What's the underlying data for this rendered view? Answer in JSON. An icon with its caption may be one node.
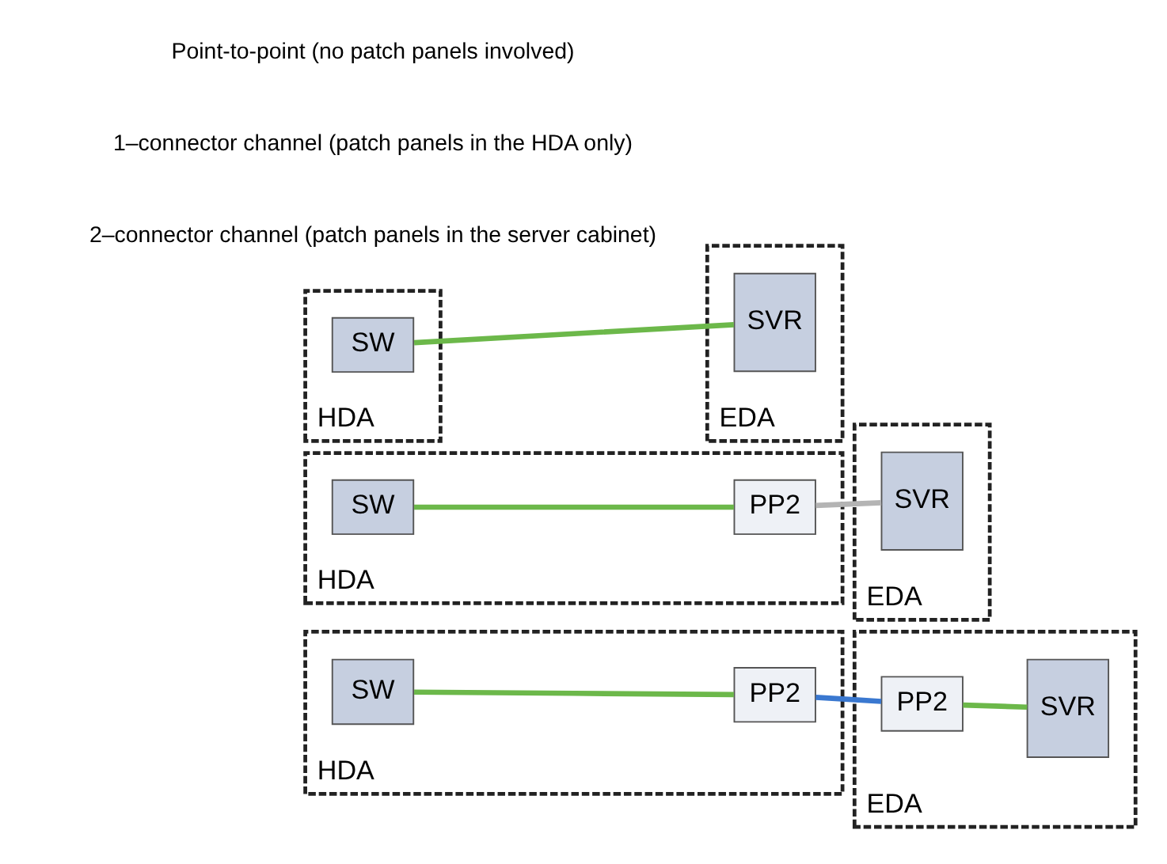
{
  "diagram": {
    "nodes": [
      {
        "text": [
          "HDA"
        ]
      },
      {
        "text": [
          "SW"
        ],
        "in": 0
      },
      {
        "text": [
          "PP2"
        ],
        "in": 0
      },
      {
        "text": [
          "EDA"
        ]
      },
      {
        "text": [
          "PP2"
        ],
        "in": 3
      },
      {
        "text": [
          "SVR"
        ],
        "in": 3
      },
      {
        "text": [
          "HDA"
        ]
      },
      {
        "text": [
          "SW"
        ],
        "in": 6
      },
      {
        "text": [
          "PP2"
        ],
        "in": 6
      },
      {
        "text": [
          "EDA"
        ]
      },
      {
        "text": [
          "SVR"
        ],
        "in": 9
      },
      {
        "text": [
          "HDA"
        ]
      },
      {
        "text": [
          "SW"
        ],
        "in": 11
      },
      {
        "text": [
          "EDA"
        ]
      },
      {
        "text": [
          "SVR"
        ],
        "in": 13
      }
    ],
    "edges": [
      {
        "from": 1,
        "to": 2,
        "arrow": "none"
      },
      {
        "from": 2,
        "to": 4,
        "arrow": "none",
        "color": "#3a78d0"
      },
      {
        "from": 4,
        "to": 5,
        "arrow": "none"
      },
      {
        "from": 7,
        "to": 8,
        "arrow": "none"
      },
      {
        "from": 8,
        "to": 10,
        "arrow": "none",
        "color": "#b4b4b4"
      },
      {
        "from": 12,
        "to": 14,
        "arrow": "none"
      }
    ],
    "labels": [
      "2–connector channel (patch panels in the server cabinet)",
      "1–connector channel (patch panels in the HDA only)",
      "Point-to-point (no patch panels involved)"
    ]
  }
}
